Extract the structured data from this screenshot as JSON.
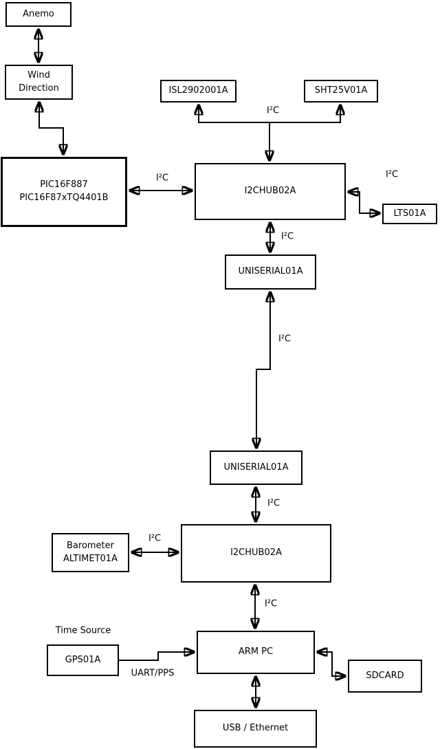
{
  "diagram": {
    "nodes": {
      "anemo": {
        "label": "Anemo"
      },
      "wind": {
        "label": "Wind\nDirection"
      },
      "pic": {
        "label": "PIC16F887\nPIC16F87xTQ4401B"
      },
      "isl": {
        "label": "ISL2902001A"
      },
      "sht": {
        "label": "SHT25V01A"
      },
      "hub1": {
        "label": "I2CHUB02A"
      },
      "lts": {
        "label": "LTS01A"
      },
      "uni1": {
        "label": "UNISERIAL01A"
      },
      "uni2": {
        "label": "UNISERIAL01A"
      },
      "hub2": {
        "label": "I2CHUB02A"
      },
      "baro": {
        "label": "Barometer\nALTIMET01A"
      },
      "armpc": {
        "label": "ARM PC"
      },
      "gps": {
        "label": "GPS01A"
      },
      "sdcard": {
        "label": "SDCARD"
      },
      "usb": {
        "label": "USB / Ethernet"
      }
    },
    "wire_labels": {
      "i2c_sensors": "I²C",
      "i2c_pic_hub": "I²C",
      "i2c_hub_lts": "I²C",
      "i2c_hub_uni1": "I²C",
      "i2c_long": "I²C",
      "i2c_uni2_hub2": "I²C",
      "i2c_baro_hub2": "I²C",
      "i2c_hub2_arm": "I²C",
      "time_source": "Time Source",
      "uart_pps": "UART/PPS"
    },
    "edges": [
      {
        "from": "Anemo",
        "to": "Wind Direction",
        "label": "",
        "bidirectional": true
      },
      {
        "from": "Wind Direction",
        "to": "PIC16F887 PIC16F87xTQ4401B",
        "label": "",
        "bidirectional": true
      },
      {
        "from": "PIC16F887 PIC16F87xTQ4401B",
        "to": "I2CHUB02A (upper)",
        "label": "I²C",
        "bidirectional": true
      },
      {
        "from": "I2CHUB02A (upper)",
        "to": "ISL2902001A",
        "label": "I²C",
        "bidirectional": false
      },
      {
        "from": "I2CHUB02A (upper)",
        "to": "SHT25V01A",
        "label": "I²C",
        "bidirectional": false
      },
      {
        "from": "I2CHUB02A (upper)",
        "to": "LTS01A",
        "label": "I²C",
        "bidirectional": true
      },
      {
        "from": "I2CHUB02A (upper)",
        "to": "UNISERIAL01A (upper)",
        "label": "I²C",
        "bidirectional": true
      },
      {
        "from": "UNISERIAL01A (upper)",
        "to": "UNISERIAL01A (lower)",
        "label": "I²C",
        "bidirectional": true
      },
      {
        "from": "UNISERIAL01A (lower)",
        "to": "I2CHUB02A (lower)",
        "label": "I²C",
        "bidirectional": true
      },
      {
        "from": "Barometer ALTIMET01A",
        "to": "I2CHUB02A (lower)",
        "label": "I²C",
        "bidirectional": true
      },
      {
        "from": "I2CHUB02A (lower)",
        "to": "ARM PC",
        "label": "I²C",
        "bidirectional": true
      },
      {
        "from": "GPS01A",
        "to": "ARM PC",
        "label": "UART/PPS",
        "bidirectional": false
      },
      {
        "from": "ARM PC",
        "to": "SDCARD",
        "label": "",
        "bidirectional": true
      },
      {
        "from": "ARM PC",
        "to": "USB / Ethernet",
        "label": "",
        "bidirectional": true
      }
    ],
    "colors": {
      "background": "#ffffff",
      "box_fill": "#ffffff",
      "box_border": "#000000",
      "wire": "#000000",
      "text": "#000000"
    }
  }
}
